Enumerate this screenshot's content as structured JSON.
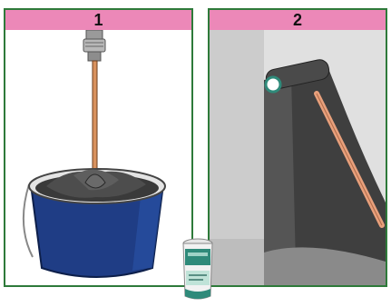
{
  "steps": [
    {
      "number": "1",
      "action": "mixing-with-drill"
    },
    {
      "number": "2",
      "action": "applying-with-roller"
    }
  ],
  "colors": {
    "frame": "#2e7a3a",
    "header": "#ec88b8",
    "bucket": "#1f3d85",
    "coating": "#3a3a3a",
    "wall": "#cfcfcf",
    "roller_handle": "#e8a07c",
    "can_label": "#2f8a7a"
  },
  "icons": [
    "drill-mixer-icon",
    "paint-bucket-icon",
    "paint-roller-icon",
    "product-can-icon"
  ]
}
